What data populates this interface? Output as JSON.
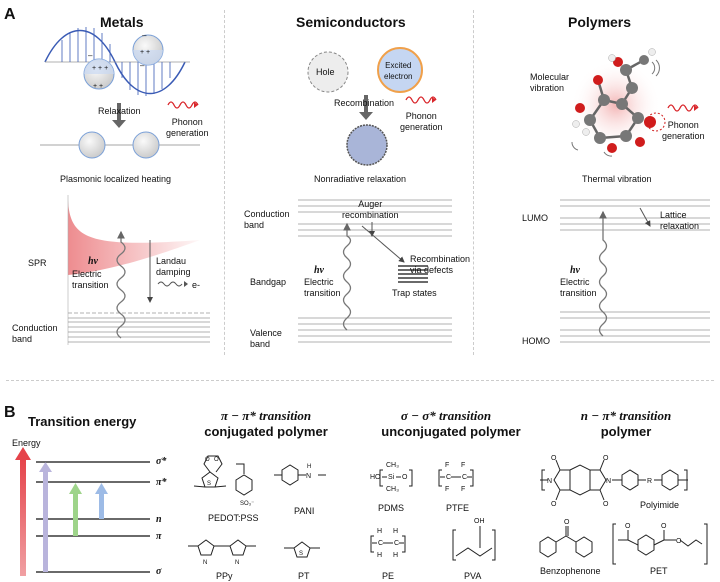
{
  "panel_a": {
    "letter": "A",
    "metals": {
      "title": "Metals",
      "relaxation": "Relaxation",
      "phonon_generation": "Phonon\ngeneration",
      "caption": "Plasmonic localized heating",
      "spr": "SPR",
      "hv": "hv",
      "electric_transition": "Electric\ntransition",
      "landau_damping": "Landau\ndamping",
      "electron": "e-",
      "conduction_band": "Conduction\nband"
    },
    "semiconductors": {
      "title": "Semiconductors",
      "hole": "Hole",
      "excited_electron": "Excited\nelectron",
      "recombination": "Recombination",
      "phonon_generation": "Phonon\ngeneration",
      "caption": "Nonradiative relaxation",
      "conduction_band": "Conduction\nband",
      "auger": "Auger\nrecombination",
      "bandgap": "Bandgap",
      "hv": "hv",
      "electric_transition": "Electric\ntransition",
      "recombination_defects": "Recombination\nvia defects",
      "trap_states": "Trap states",
      "valence_band": "Valence\nband"
    },
    "polymers": {
      "title": "Polymers",
      "molecular_vibration": "Molecular\nvibration",
      "phonon_generation": "Phonon\ngeneration",
      "caption": "Thermal vibration",
      "lumo": "LUMO",
      "lattice_relaxation": "Lattice\nrelaxation",
      "hv": "hv",
      "electric_transition": "Electric\ntransition",
      "homo": "HOMO"
    }
  },
  "panel_b": {
    "letter": "B",
    "transition_energy": {
      "title": "Transition energy",
      "energy": "Energy",
      "levels": [
        "σ*",
        "π*",
        "n",
        "π",
        "σ"
      ]
    },
    "pi_group": {
      "title_line1": "π − π* transition",
      "title_line2": "conjugated polymer",
      "polymers": [
        "PEDOT:PSS",
        "PANI",
        "PPy",
        "PT"
      ]
    },
    "sigma_group": {
      "title_line1": "σ − σ* transition",
      "title_line2": "unconjugated polymer",
      "polymers": [
        "PDMS",
        "PTFE",
        "PE",
        "PVA"
      ]
    },
    "n_group": {
      "title_line1": "n − π* transition",
      "title_line2": "polymer",
      "polymers": [
        "Polyimide",
        "Benzophenone",
        "PET"
      ]
    }
  },
  "colors": {
    "spr_gradient": "#e8666a",
    "phonon_wave": "#d9262b",
    "energy_arrow": "#e5434a",
    "violet_arrow": "#b9b4dc",
    "green_arrow": "#9ed48a",
    "blue_arrow": "#9dbbe6",
    "oxygen": "#d01c1c"
  }
}
